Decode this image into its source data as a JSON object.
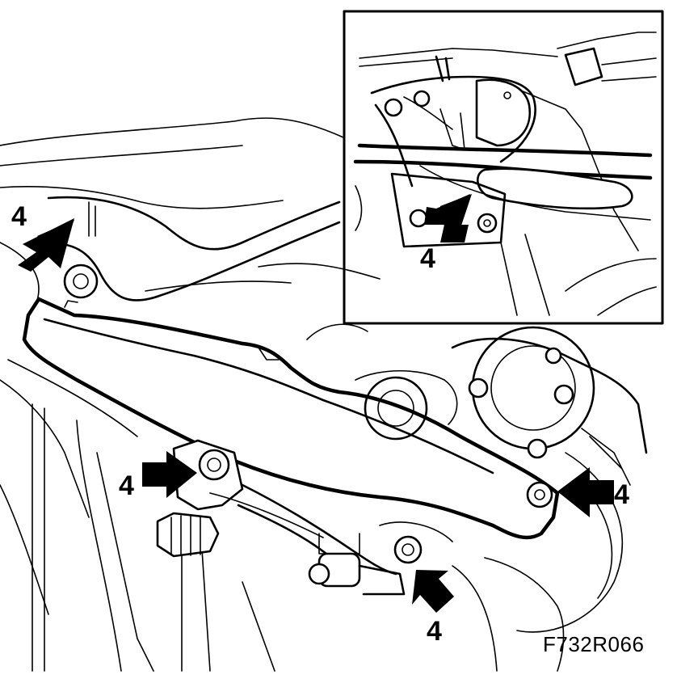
{
  "illustration": {
    "figure_code": "F732R066",
    "callouts": [
      {
        "id": "upper-left",
        "label": "4"
      },
      {
        "id": "lower-left",
        "label": "4"
      },
      {
        "id": "right",
        "label": "4"
      },
      {
        "id": "bottom",
        "label": "4"
      },
      {
        "id": "inset",
        "label": "4"
      }
    ],
    "colors": {
      "ink": "#000000",
      "paper": "#ffffff"
    }
  }
}
